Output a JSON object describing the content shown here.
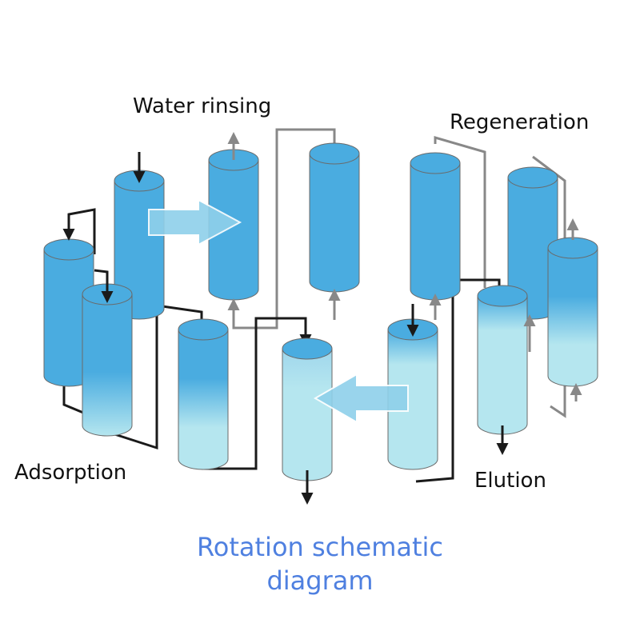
{
  "labels": {
    "water_rinsing": "Water rinsing",
    "regeneration": "Regeneration",
    "adsorption": "Adsorption",
    "elution": "Elution"
  },
  "caption": {
    "line1": "Rotation schematic",
    "line2": "diagram"
  },
  "colors": {
    "column_blue": "#4aace0",
    "column_light": "#b5e6ef",
    "arrow_fill": "#8fd0ea",
    "pipe_dark": "#1a1a1a",
    "pipe_gray": "#888888",
    "caption": "#4f80e0"
  }
}
